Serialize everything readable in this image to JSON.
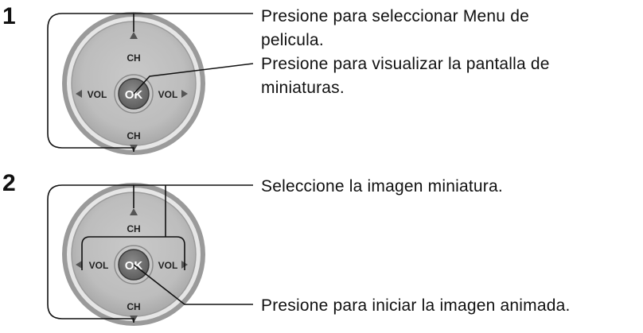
{
  "steps": [
    {
      "number": "1",
      "dial": {
        "up": "CH",
        "down": "CH",
        "left": "VOL",
        "right": "VOL",
        "center": "OK"
      },
      "descriptions": [
        {
          "lines": [
            "Presione para seleccionar Menu de",
            "pelicula."
          ]
        },
        {
          "lines": [
            "Presione para visualizar la pantalla de",
            "miniaturas."
          ]
        }
      ]
    },
    {
      "number": "2",
      "dial": {
        "up": "CH",
        "down": "CH",
        "left": "VOL",
        "right": "VOL",
        "center": "OK"
      },
      "descriptions": [
        {
          "lines": [
            "Seleccione la imagen miniatura."
          ]
        },
        {
          "lines": [
            "Presione para iniciar la imagen animada."
          ]
        }
      ]
    }
  ]
}
